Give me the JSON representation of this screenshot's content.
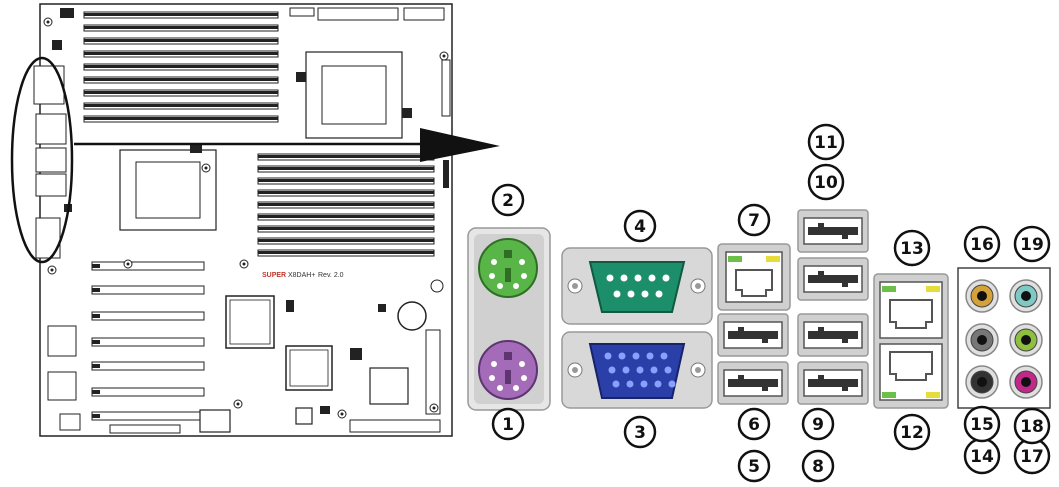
{
  "board": {
    "brand": "SUPER",
    "model": "X8DAH+",
    "revision": "Rev. 2.0"
  },
  "callouts": [
    {
      "label": "1",
      "part": "mouse-ps2-port"
    },
    {
      "label": "2",
      "part": "keyboard-ps2-port"
    },
    {
      "label": "3",
      "part": "vga-port"
    },
    {
      "label": "4",
      "part": "serial-com-port"
    },
    {
      "label": "5",
      "part": "usb-port-lower-left-bottom"
    },
    {
      "label": "6",
      "part": "usb-port-lower-left-top"
    },
    {
      "label": "7",
      "part": "lan-port-left"
    },
    {
      "label": "8",
      "part": "usb-port-middle-bottom"
    },
    {
      "label": "9",
      "part": "usb-port-middle-top"
    },
    {
      "label": "10",
      "part": "usb-port-upper-lower"
    },
    {
      "label": "11",
      "part": "usb-port-upper-upper"
    },
    {
      "label": "12",
      "part": "lan-port-right-bottom"
    },
    {
      "label": "13",
      "part": "lan-port-right-top"
    },
    {
      "label": "14",
      "part": "audio-jack-bottom-left"
    },
    {
      "label": "15",
      "part": "audio-jack-middle-left"
    },
    {
      "label": "16",
      "part": "audio-jack-top-left"
    },
    {
      "label": "17",
      "part": "audio-jack-bottom-right"
    },
    {
      "label": "18",
      "part": "audio-jack-middle-right"
    },
    {
      "label": "19",
      "part": "audio-jack-top-right"
    }
  ],
  "colors": {
    "ps2_keyboard": "#59b548",
    "ps2_mouse": "#a46bb8",
    "serial": "#1c8f6a",
    "vga": "#2a3fa8",
    "jack_orange": "#d4a23a",
    "jack_teal": "#7fc9c4",
    "jack_gray": "#777777",
    "jack_green": "#8fbf3f",
    "jack_black": "#333333",
    "jack_pink": "#c2288a",
    "led_green": "#6cc04a",
    "led_yellow": "#e6dd3a"
  }
}
